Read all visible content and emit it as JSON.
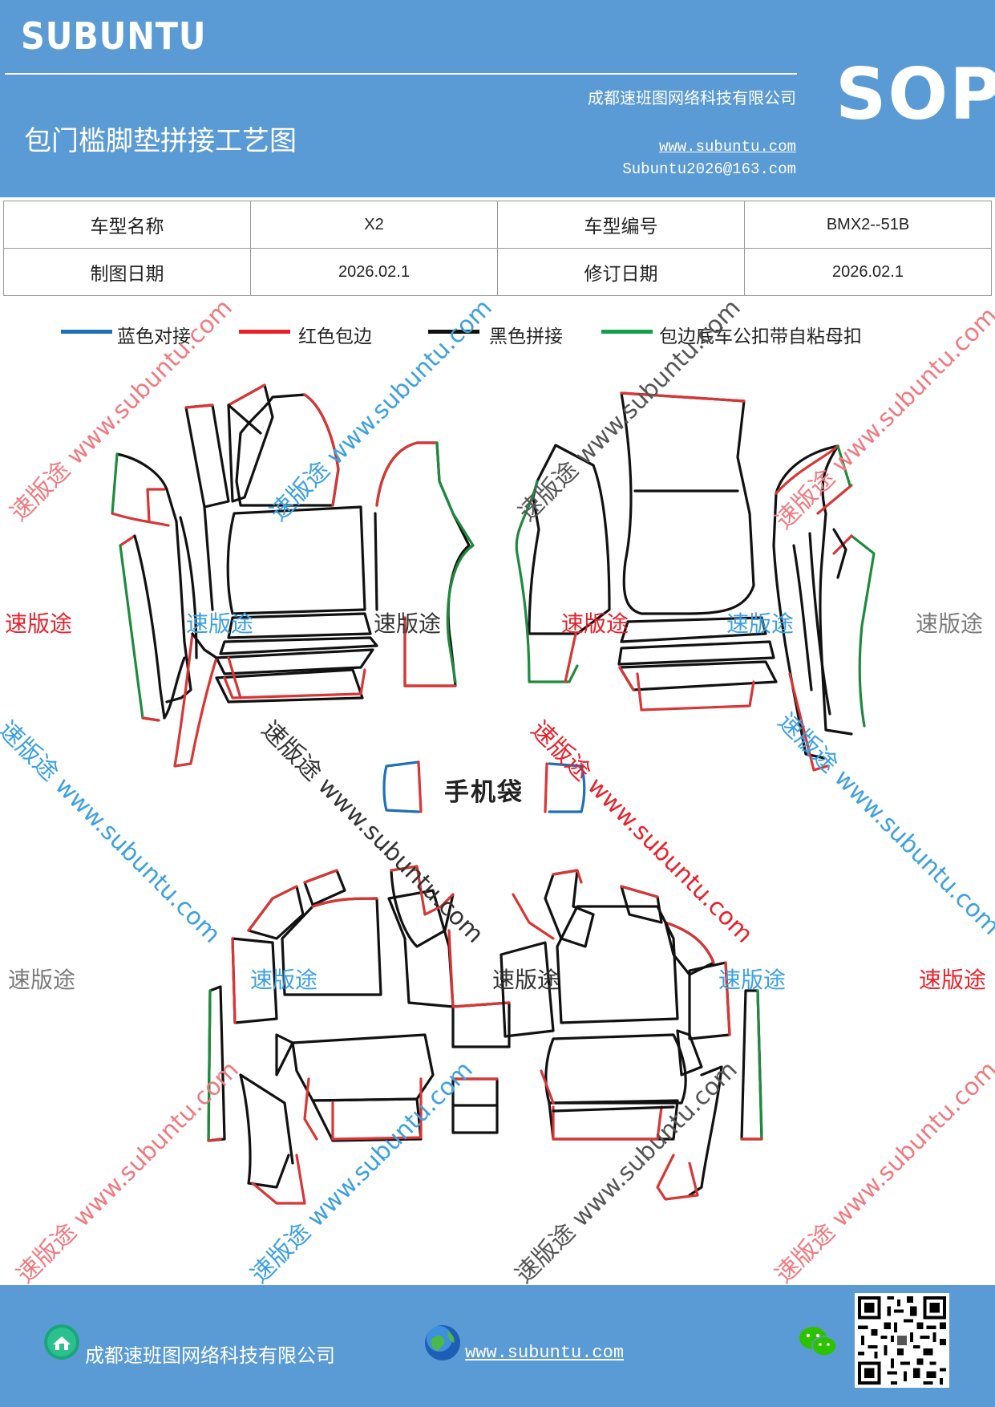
{
  "header": {
    "brand": "SUBUNTU",
    "company": "成都速班图网络科技有限公司",
    "doc_title": "包门槛脚垫拼接工艺图",
    "website": "www.subuntu.com",
    "email": "Subuntu2026@163.com",
    "badge": "SOP"
  },
  "info_table": {
    "rows": [
      {
        "label1": "车型名称",
        "value1": "X2",
        "label2": "车型编号",
        "value2": "BMX2--51B"
      },
      {
        "label1": "制图日期",
        "value1": "2026.02.1",
        "label2": "修订日期",
        "value2": "2026.02.1"
      }
    ]
  },
  "legend": [
    {
      "label": "蓝色对接",
      "color": "#1f6fb8"
    },
    {
      "label": "红色包边",
      "color": "#e8212b"
    },
    {
      "label": "黑色拼接",
      "color": "#111111"
    },
    {
      "label": "包边底车公扣带自粘母扣",
      "color": "#12a04a"
    }
  ],
  "watermark": {
    "diagonal": "速版途 www.subuntu.com",
    "short": "速版途"
  },
  "colors": {
    "header_bg": "#5b9bd5",
    "blue": "#1f6fb8",
    "red": "#d93535",
    "black": "#111111",
    "green": "#1f8a3e",
    "wm_red": "#e8212b",
    "wm_blue": "#3da0e0",
    "wm_gray": "#7a7a7a"
  },
  "diagram": {
    "phone_bag_label": "手机袋"
  },
  "footer": {
    "company": "成都速班图网络科技有限公司",
    "website": "www.subuntu.com "
  }
}
